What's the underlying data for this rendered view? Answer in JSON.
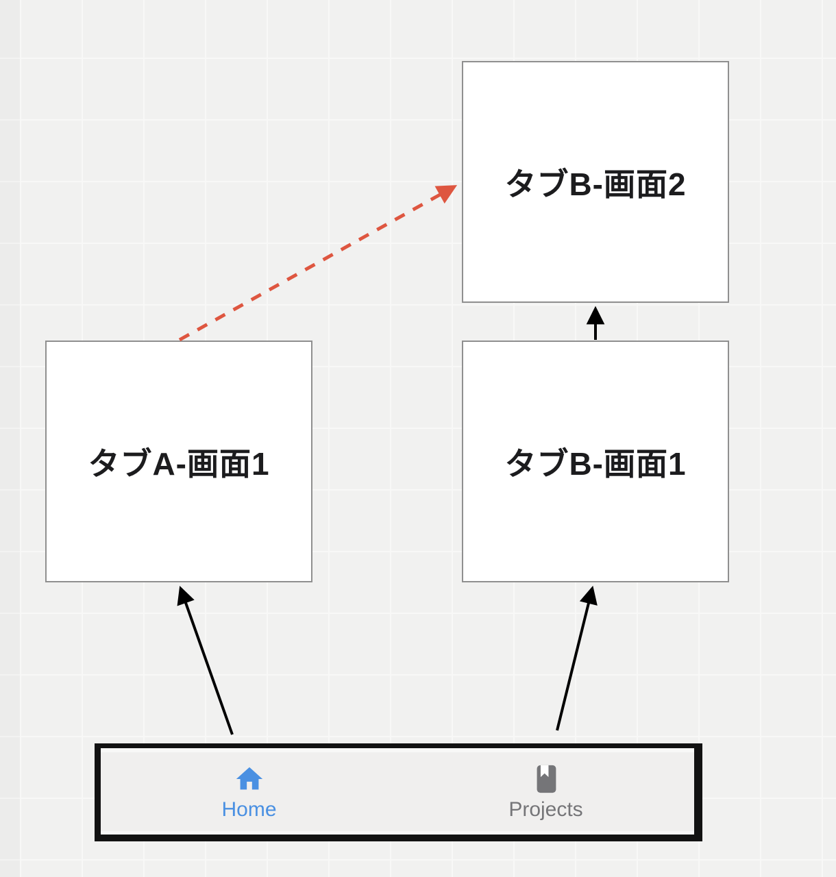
{
  "diagram": {
    "type": "app-navigation-flow",
    "boxes": [
      {
        "id": "tab-a-screen-1",
        "label": "タブA-画面1"
      },
      {
        "id": "tab-b-screen-1",
        "label": "タブB-画面1"
      },
      {
        "id": "tab-b-screen-2",
        "label": "タブB-画面2"
      }
    ],
    "connectors": [
      {
        "from": "tabbar-home",
        "to": "tab-a-screen-1",
        "style": "solid",
        "color": "#000000"
      },
      {
        "from": "tabbar-projects",
        "to": "tab-b-screen-1",
        "style": "solid",
        "color": "#000000"
      },
      {
        "from": "tab-b-screen-1",
        "to": "tab-b-screen-2",
        "style": "solid",
        "color": "#000000"
      },
      {
        "from": "tab-a-screen-1",
        "to": "tab-b-screen-2",
        "style": "dashed",
        "color": "#de5640"
      }
    ]
  },
  "tabbar": {
    "items": [
      {
        "id": "home",
        "label": "Home",
        "icon": "home-icon",
        "active": true
      },
      {
        "id": "projects",
        "label": "Projects",
        "icon": "bookmark-icon",
        "active": false
      }
    ]
  },
  "colors": {
    "canvas_background": "#f1f1f0",
    "grid_line": "#f8f8f7",
    "box_border": "#8f8f8f",
    "box_fill": "#ffffff",
    "label_text": "#1c1c1e",
    "arrow_black": "#000000",
    "arrow_red_dashed": "#de5640",
    "active_tab_blue": "#4a90e2",
    "inactive_tab_gray": "#757578",
    "tabbar_background": "#f0efee",
    "tabbar_bezel": "#121212"
  }
}
